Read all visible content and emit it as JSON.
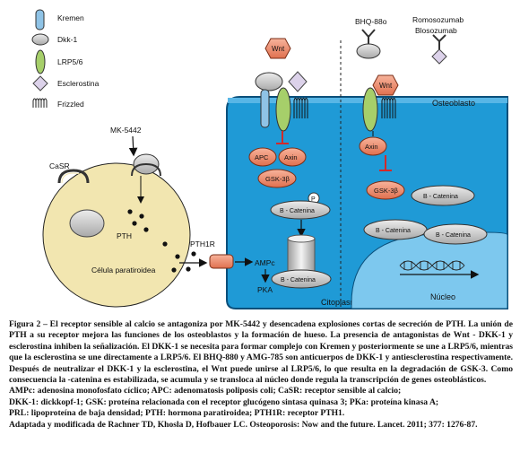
{
  "legend": {
    "kremen": "Kremen",
    "dkk1": "Dkk-1",
    "lrp": "LRP5/6",
    "esclerostina": "Esclerostina",
    "frizzled": "Frizzled"
  },
  "diagram": {
    "mk5442": "MK-5442",
    "casr": "CaSR",
    "pth": "PTH",
    "celula": "Célula paratiroidea",
    "pth1r": "PTH1R",
    "ampc": "AMPc",
    "pka": "PKA",
    "wnt_left": "Wnt",
    "wnt_right": "Wnt",
    "apc": "APC",
    "axin_left": "Axin",
    "gsk_left": "GSK-3β",
    "p": "P",
    "bcat_p": "B - Catenina",
    "bcat_deg": "B - Catenina",
    "citoplasma": "Citoplasma",
    "bhq": "BHQ-88o",
    "romosozumab": "Romosozumab",
    "blosozumab": "Blosozumab",
    "osteoblasto": "Osteoblasto",
    "axin_right": "Axin",
    "gsk_right": "GSK-3β",
    "bcat_r1": "B - Catenina",
    "bcat_r2": "B - Catenina",
    "bcat_r3": "B - Catenina",
    "nucleo": "Núcleo"
  },
  "caption": {
    "main": "Figura 2 – El receptor sensible al calcio se antagoniza por MK-5442 y desencadena explosiones cortas de secreción de PTH. La unión de PTH a su receptor mejora las funciones de los osteoblastos y la formación de hueso. La presencia de antagonistas de Wnt - DKK-1 y esclerostina inhiben la señalización. El DKK-1 se necesita para formar complejo con Kremen y posteriormente se une a LRP5/6, mientras que la esclerostina se une directamente a LRP5/6. El BHQ-880 y AMG-785 son anticuerpos de DKK-1 y antiesclerostina respectivamente. Después de neutralizar el DKK-1 y la esclerostina, el Wnt puede unirse al LRP5/6, lo que resulta en la degradación de GSK-3. Como consecuencia la -catenina es estabilizada, se acumula y se transloca al núcleo donde regula la transcripción de genes osteoblásticos.",
    "abbr1": "AMPc: adenosina monofosfato cíclico; APC: adenomatosis poliposis coli; CaSR: receptor sensible al calcio;",
    "abbr2": "DKK-1: dickkopf-1; GSK: proteína relacionada con el receptor glucógeno sintasa quinasa 3; PKa: proteína kinasa A;",
    "abbr3": "PRL: lipoproteína de baja densidad; PTH: hormona paratiroidea; PTH1R: receptor PTH1.",
    "ref": "Adaptada y modificada de Rachner TD, Khosla D, Hofbauer LC. Osteoporosis: Now and the future. Lancet. 2011; 377: 1276-87."
  },
  "colors": {
    "osteoblast_fill": "#1f9ad6",
    "osteoblast_border": "#0a4f7a",
    "paratiroid_fill": "#f2e6b0",
    "salmon": "#f28a6a",
    "gray_oval": "#c8c8c8",
    "lrp_green": "#a6cf6a",
    "kremen_blue": "#8fc3e6",
    "inhibit_red": "#d22a2a"
  }
}
